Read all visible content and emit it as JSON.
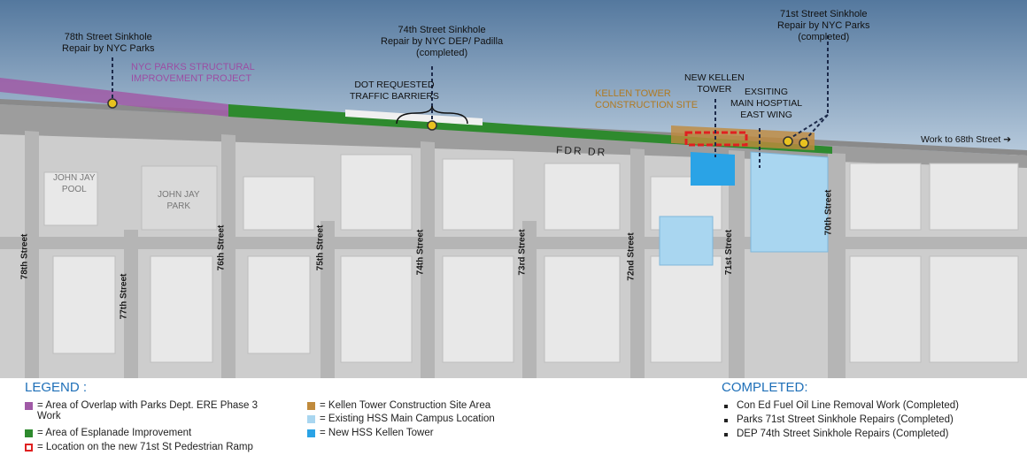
{
  "colors": {
    "sky": "#5b80a6",
    "road": "#9a9a9a",
    "land": "#cfcfcf",
    "purple": "#a05aa6",
    "green": "#2e8a2e",
    "tan": "#c08a3c",
    "hss_light": "#a9d6f0",
    "hss_blue": "#2aa3e6",
    "red": "#e02020",
    "legend_title": "#1e6fb8"
  },
  "callouts": {
    "street78_sinkhole": "78th Street Sinkhole\nRepair by NYC Parks",
    "street74_sinkhole": "74th Street Sinkhole\nRepair by NYC DEP/ Padilla\n(completed)",
    "street71_sinkhole": "71st Street Sinkhole\nRepair by NYC Parks\n(completed)",
    "nyc_parks_project": "NYC PARKS STRUCTURAL\nIMPROVEMENT PROJECT",
    "dot_barriers": "DOT REQUESTED\nTRAFFIC BARRIERS",
    "kellen_site": "KELLEN TOWER\nCONSTRUCTION SITE",
    "new_kellen": "NEW KELLEN\nTOWER",
    "east_wing": "EXSITING\nMAIN HOSPTIAL\nEAST WING",
    "work_68": "Work to 68th Street",
    "fdr": "FDR DR",
    "john_jay_pool": "JOHN JAY\nPOOL",
    "john_jay_park": "JOHN JAY\nPARK"
  },
  "streets": {
    "s78": "78th Street",
    "s77": "77th Street",
    "s76": "76th Street",
    "s75": "75th Street",
    "s74": "74th Street",
    "s73": "73rd Street",
    "s72": "72nd Street",
    "s71": "71st Street",
    "s70": "70th Street"
  },
  "legend": {
    "title": "LEGEND :",
    "purple": "= Area of Overlap with Parks Dept. ERE Phase 3\nWork",
    "green": "= Area of Esplanade Improvement",
    "ramp": "= Location on the new 71st St Pedestrian Ramp",
    "tan": "= Kellen Tower Construction Site Area",
    "light": "= Existing HSS Main Campus Location",
    "blue": "= New HSS Kellen Tower"
  },
  "completed": {
    "title": "COMPLETED:",
    "items": [
      "Con Ed Fuel Oil Line Removal Work (Completed)",
      "Parks 71st Street Sinkhole Repairs (Completed)",
      "DEP 74th Street Sinkhole Repairs (Completed)"
    ]
  }
}
